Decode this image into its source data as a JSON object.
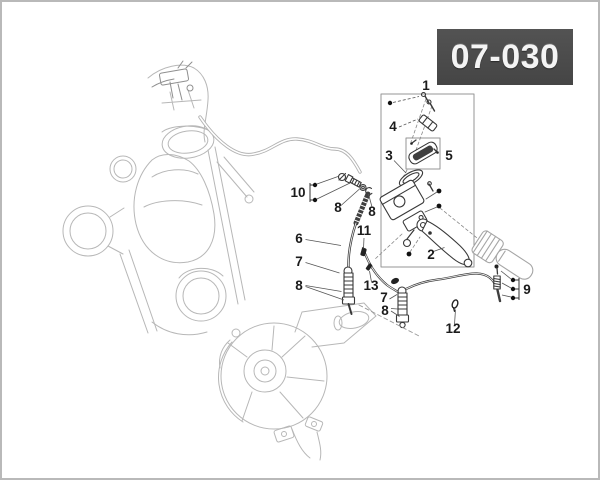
{
  "header": {
    "diagram_code": "07-030"
  },
  "diagram": {
    "callouts": [
      "1",
      "4",
      "3",
      "5",
      "10",
      "8",
      "8",
      "6",
      "11",
      "7",
      "8",
      "13",
      "7",
      "8",
      "2",
      "12",
      "9"
    ]
  }
}
